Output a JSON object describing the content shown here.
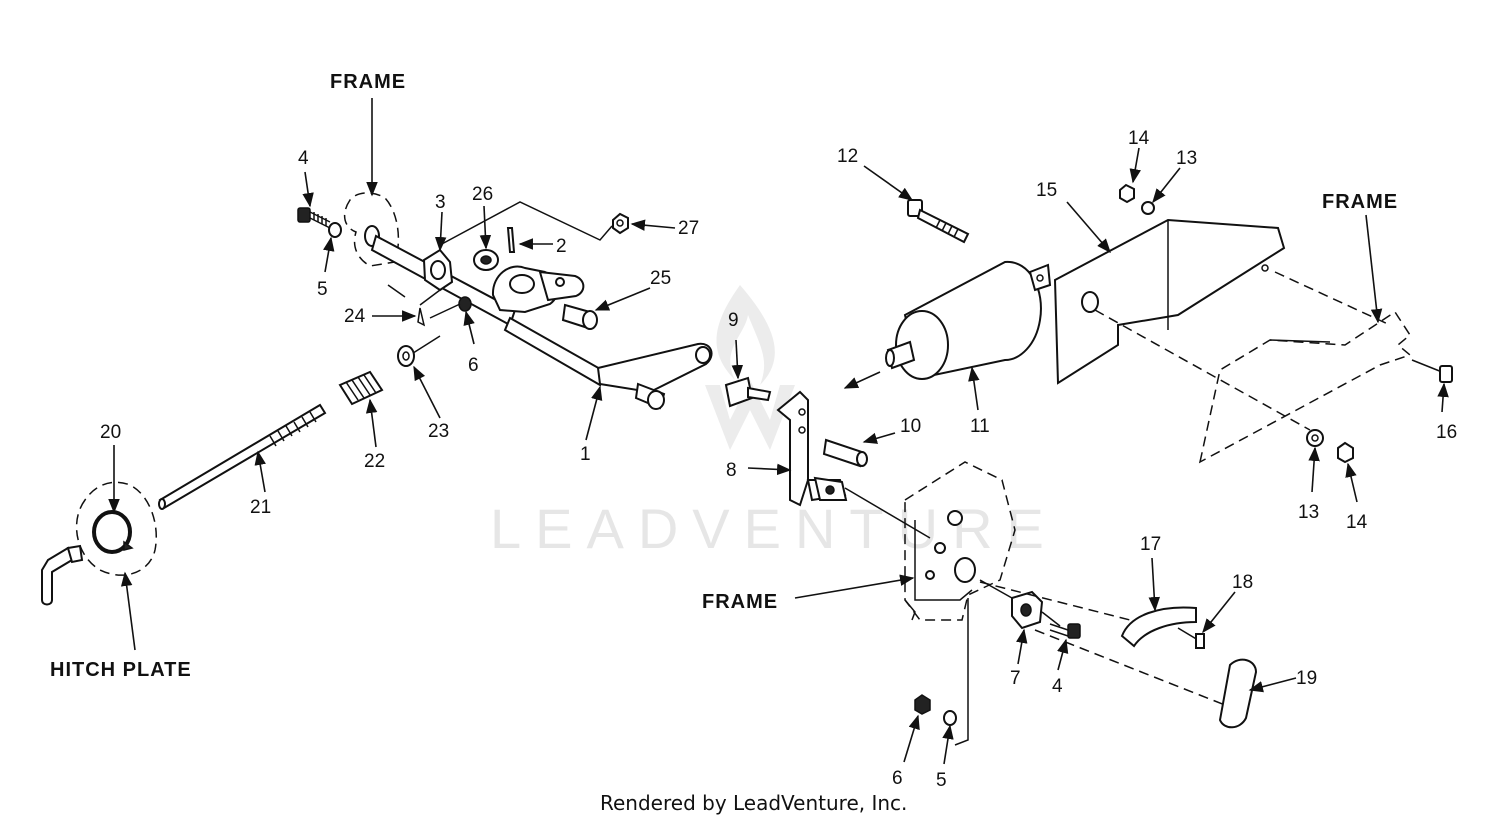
{
  "frame_labels": {
    "top_left": "FRAME",
    "right": "FRAME",
    "bottom": "FRAME",
    "hitch_plate": "HITCH PLATE"
  },
  "callouts": {
    "c1": "1",
    "c2": "2",
    "c3": "3",
    "c4a": "4",
    "c4b": "4",
    "c5a": "5",
    "c5b": "5",
    "c6a": "6",
    "c6b": "6",
    "c7": "7",
    "c8": "8",
    "c9": "9",
    "c10": "10",
    "c11": "11",
    "c12": "12",
    "c13a": "13",
    "c13b": "13",
    "c14a": "14",
    "c14b": "14",
    "c15": "15",
    "c16": "16",
    "c17": "17",
    "c18": "18",
    "c19": "19",
    "c20": "20",
    "c21": "21",
    "c22": "22",
    "c23": "23",
    "c24": "24",
    "c25": "25",
    "c26": "26",
    "c27": "27"
  },
  "watermark": "LEADVENTURE",
  "credit": "Rendered by LeadVenture, Inc."
}
